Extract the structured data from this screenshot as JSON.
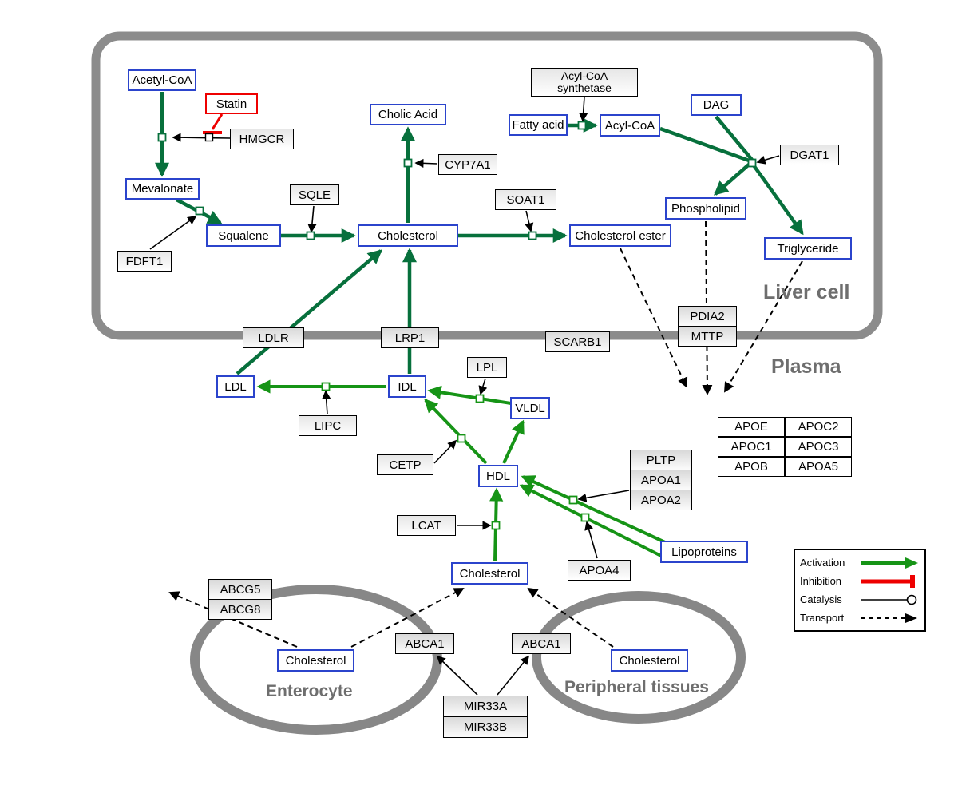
{
  "regions": {
    "liver_label": "Liver cell",
    "plasma_label": "Plasma",
    "enterocyte_label": "Enterocyte",
    "peripheral_label": "Peripheral tissues"
  },
  "nodes": {
    "acetyl_coa": "Acetyl-CoA",
    "statin": "Statin",
    "hmgcr": "HMGCR",
    "mevalonate": "Mevalonate",
    "fdft1": "FDFT1",
    "squalene": "Squalene",
    "sqle": "SQLE",
    "cholic_acid": "Cholic Acid",
    "cyp7a1": "CYP7A1",
    "cholesterol_liver": "Cholesterol",
    "soat1": "SOAT1",
    "cholesterol_ester": "Cholesterol ester",
    "acyl_coa_synthetase_1": "Acyl-CoA",
    "acyl_coa_synthetase_2": "synthetase",
    "fatty_acid": "Fatty acid",
    "acyl_coa": "Acyl-CoA",
    "dag": "DAG",
    "dgat1": "DGAT1",
    "phospholipid": "Phospholipid",
    "triglyceride": "Triglyceride",
    "ldlr": "LDLR",
    "lrp1": "LRP1",
    "scarb1": "SCARB1",
    "pdia2": "PDIA2",
    "mttp": "MTTP",
    "ldl": "LDL",
    "lipc": "LIPC",
    "idl": "IDL",
    "lpl": "LPL",
    "vldl": "VLDL",
    "cetp": "CETP",
    "hdl": "HDL",
    "pltp": "PLTP",
    "apoa1": "APOA1",
    "apoa2": "APOA2",
    "lcat": "LCAT",
    "apoa4": "APOA4",
    "lipoproteins": "Lipoproteins",
    "cholesterol_plasma": "Cholesterol",
    "abcg5": "ABCG5",
    "abcg8": "ABCG8",
    "cholesterol_enterocyte": "Cholesterol",
    "abca1": "ABCA1",
    "cholesterol_peripheral": "Cholesterol",
    "mir33a": "MIR33A",
    "mir33b": "MIR33B"
  },
  "apo_table": [
    [
      "APOE",
      "APOC2"
    ],
    [
      "APOC1",
      "APOC3"
    ],
    [
      "APOB",
      "APOA5"
    ]
  ],
  "legend": {
    "activation": "Activation",
    "inhibition": "Inhibition",
    "catalysis": "Catalysis",
    "transport": "Transport"
  },
  "colors": {
    "metabolite_border_blue": "#2b44cc",
    "inhibition_red": "#ee0000",
    "activation_green_liver": "#07703c",
    "activation_green_plasma": "#169416",
    "membrane_gray": "#8c8c8c"
  }
}
